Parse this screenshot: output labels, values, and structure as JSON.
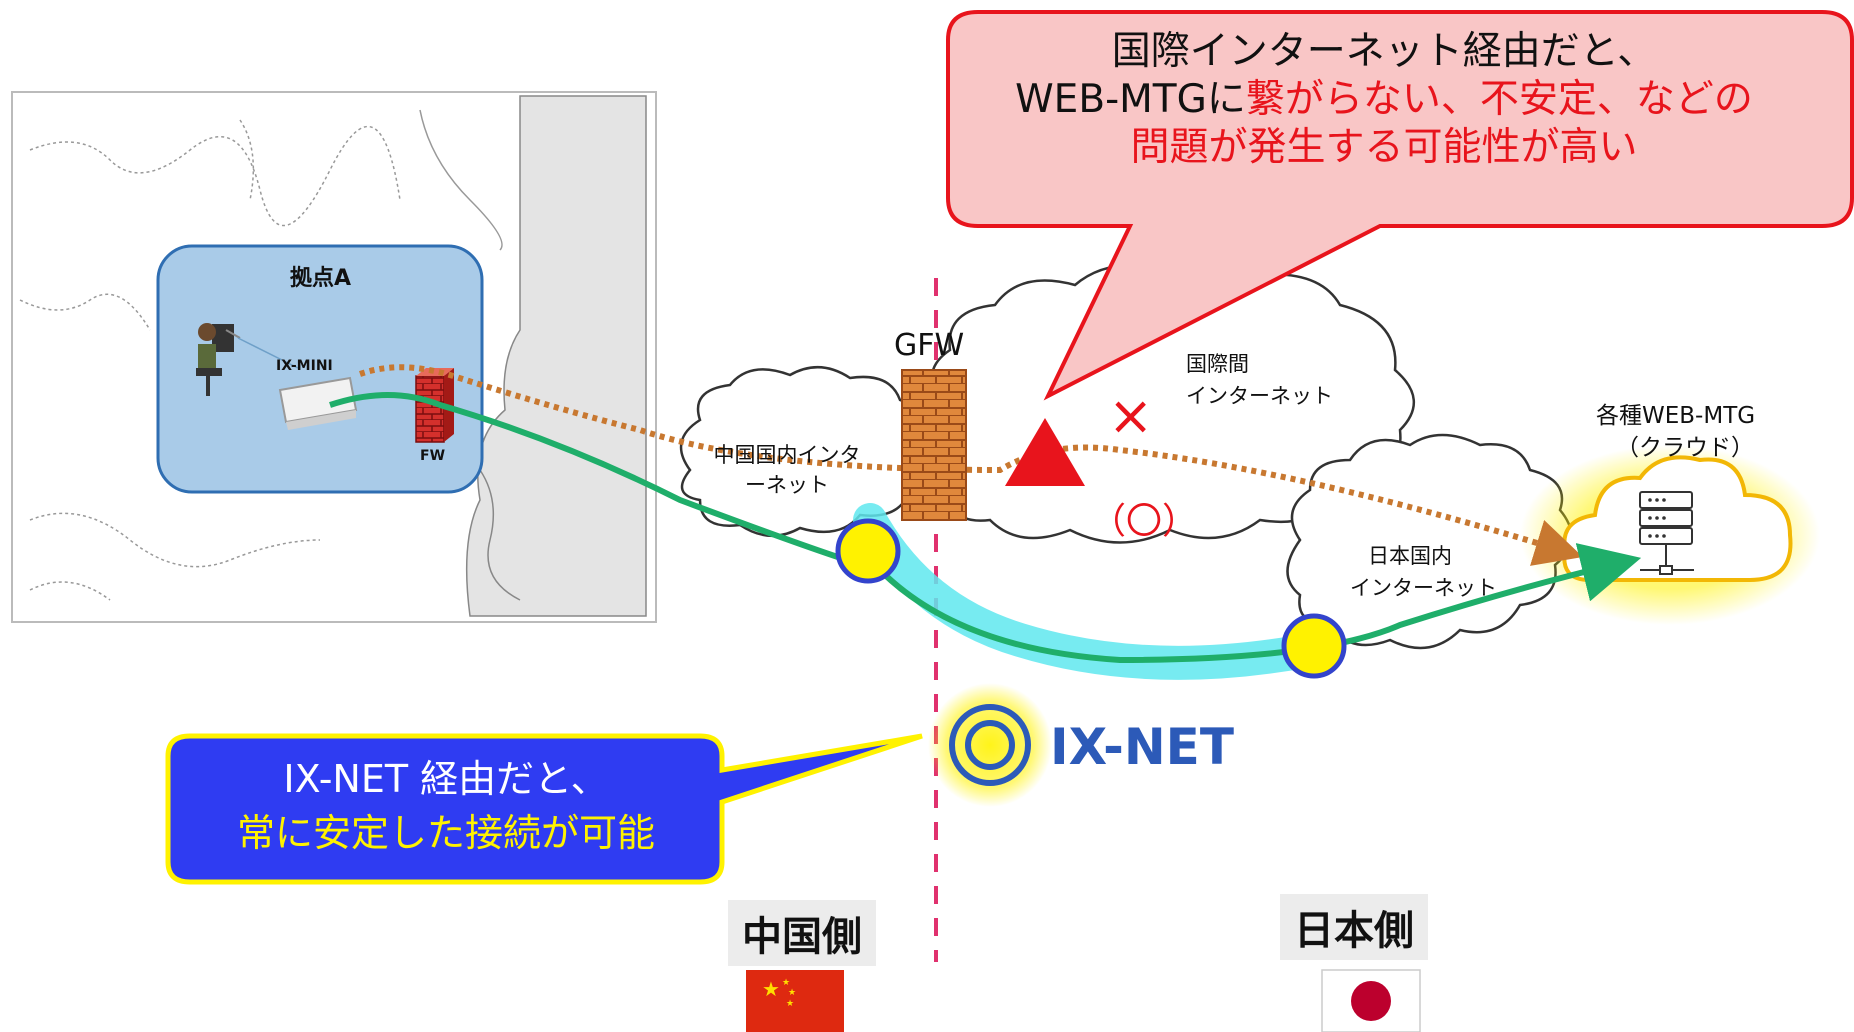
{
  "callout_top": {
    "line1": "国際インターネット経由だと、",
    "line2_prefix": "WEB-MTGに",
    "line2_highlight": "繋がらない、不安定、などの",
    "line3": "問題が発生する可能性が高い"
  },
  "callout_bottom": {
    "line1": "IX-NET 経由だと、",
    "line2": "常に安定した接続が可能"
  },
  "site": {
    "title": "拠点A",
    "device": "IX-MINI",
    "firewall": "FW"
  },
  "gfw_label": "GFW",
  "clouds": {
    "china": "中国国内インターネット",
    "international_line1": "国際間",
    "international_line2": "インターネット",
    "japan_line1": "日本国内",
    "japan_line2": "インターネット"
  },
  "cloud_service": {
    "line1": "各種WEB-MTG",
    "line2": "（クラウド）"
  },
  "status": {
    "cross": "×",
    "circle_paren": "（〇）"
  },
  "ixnet_logo": "IX-NET",
  "sides": {
    "china": "中国側",
    "japan": "日本側"
  },
  "colors": {
    "callout_red_fill": "#f9c6c6",
    "callout_red_border": "#e8141c",
    "callout_blue_fill": "#2f3cf2",
    "callout_blue_border": "#fff200",
    "green_route": "#1fae6a",
    "cyan_route": "#5fe8ee",
    "dotted_route": "#c87830",
    "border_dash": "#e0316e",
    "ixnet_blue": "#2c5ab8"
  }
}
